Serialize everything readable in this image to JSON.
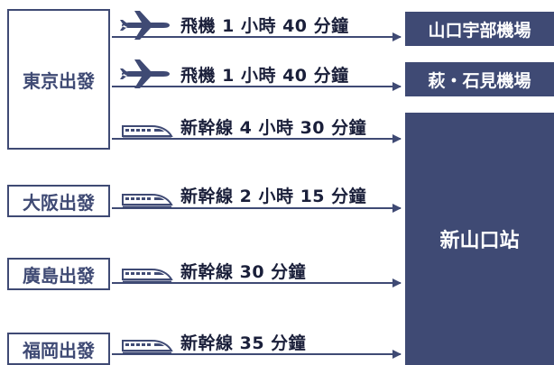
{
  "origins": {
    "tokyo": "東京出發",
    "osaka": "大阪出發",
    "hiroshima": "廣島出發",
    "fukuoka": "福岡出發"
  },
  "destinations": {
    "ube": "山口宇部機場",
    "hagi": "萩・石見機場",
    "shin_yamaguchi": "新山口站"
  },
  "routes": [
    {
      "icon": "airplane-icon",
      "text": "飛機 1 小時 40 分鐘"
    },
    {
      "icon": "airplane-icon",
      "text": "飛機 1 小時 40 分鐘"
    },
    {
      "icon": "shinkansen-icon",
      "text": "新幹線 4 小時 30 分鐘"
    },
    {
      "icon": "shinkansen-icon",
      "text": "新幹線 2 小時 15 分鐘"
    },
    {
      "icon": "shinkansen-icon",
      "text": "新幹線 30 分鐘"
    },
    {
      "icon": "shinkansen-icon",
      "text": "新幹線 35 分鐘"
    }
  ],
  "colors": {
    "navy": "#3f4a74",
    "text": "#1a1f3a",
    "background": "#ffffff"
  }
}
